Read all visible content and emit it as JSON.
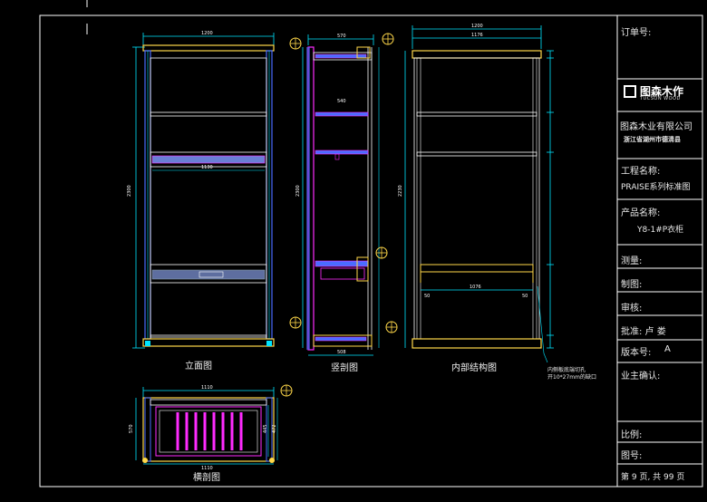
{
  "title_block": {
    "order_no": "订单号:",
    "company": "图森木业有限公司",
    "address_line1": "浙江省湖州市德清县",
    "address_line2": "",
    "project_name_label": "工程名称:",
    "project_name": "PRAISE系列标准图",
    "product_name_label": "产品名称:",
    "product_name": "Y8-1#P衣柜",
    "measure": "测量:",
    "drawn": "制图:",
    "review": "审核:",
    "approve": "批准: 卢  娄",
    "version": "版本号:",
    "version_value": "A",
    "owner_confirm": "业主确认:",
    "scale": "比例:",
    "drawing_no": "图号:",
    "page_info": "第 9 页, 共 99 页"
  },
  "logo": {
    "name": "图森木作",
    "sub": "TUCSON WOOD"
  },
  "captions": {
    "elevation": "立面图",
    "section": "竖剖图",
    "internal": "内部结构图",
    "plan": "横剖图"
  },
  "annotation": {
    "line1": "内侧板底端切孔",
    "line2": "开10*27mm的缺口"
  },
  "dimensions": {
    "elev_width": "1200",
    "elev_height": "2300",
    "elev_inner": "1130",
    "sec_top": "570",
    "sec_mid": "540",
    "sec_height": "2300",
    "sec_bottom": "508",
    "int_width": "1200",
    "int_inner": "1176",
    "int_inner2": "1076",
    "int_height": "2230",
    "int_left": "50",
    "int_right": "50",
    "plan_width": "1110",
    "plan_inner": "1110",
    "plan_depth": "570",
    "plan_inner_depth": "472",
    "plan_side": "445"
  },
  "colors": {
    "frame": "#ffffff",
    "cyan": "#00e5ff",
    "yellow": "#ffd84a",
    "magenta": "#ff2bff",
    "blue": "#4a6cff",
    "gray": "#8aa0b0"
  }
}
